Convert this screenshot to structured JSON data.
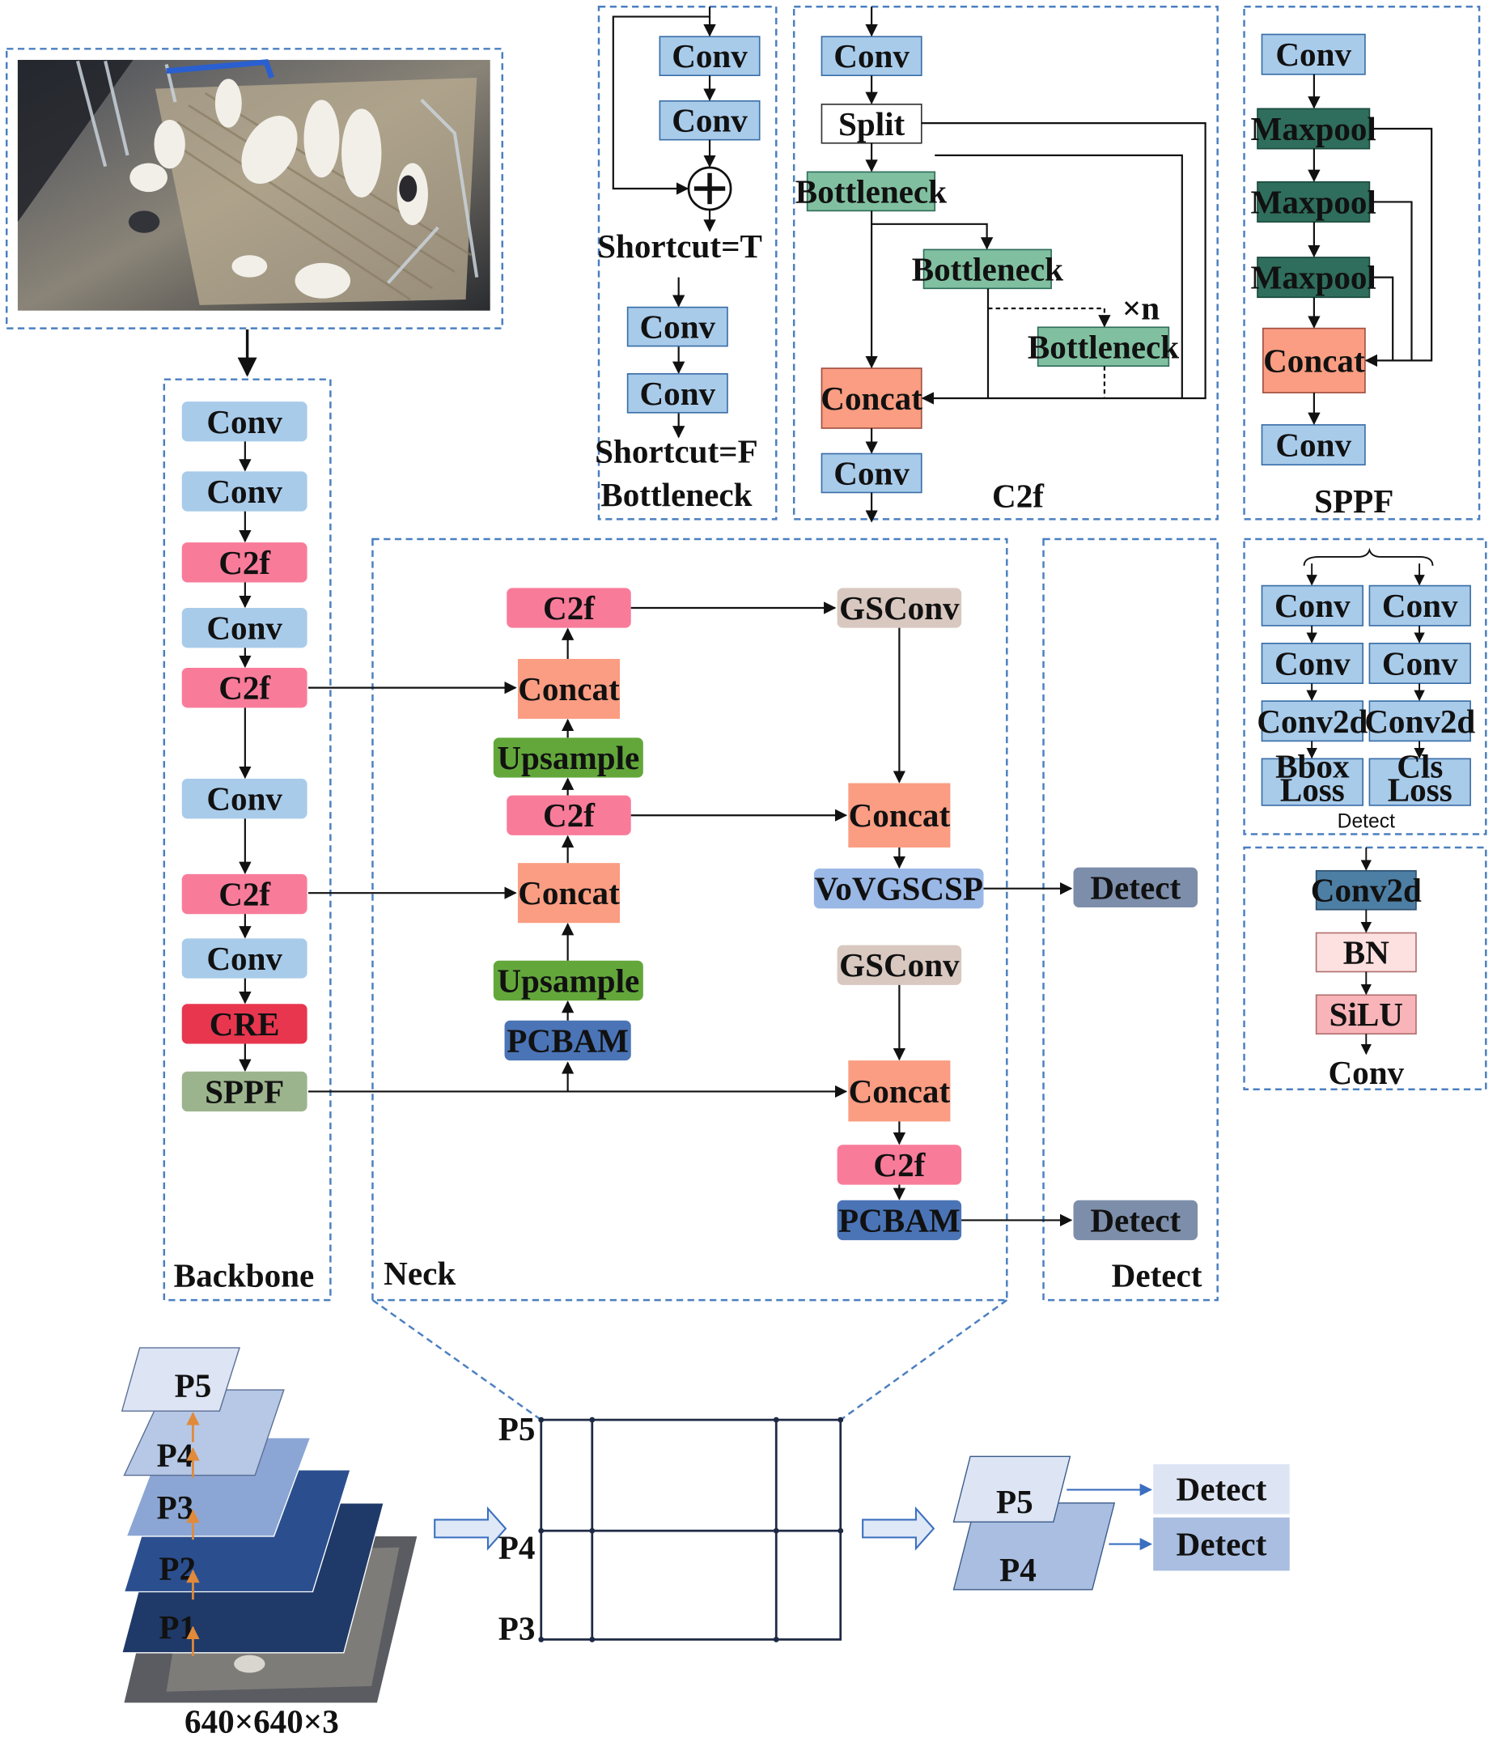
{
  "colors": {
    "conv_blue": "#a8cbea",
    "c2f_pink": "#f97b9a",
    "cre_red": "#e8364f",
    "sppf_green": "#9cb48d",
    "concat_salmon": "#fa9d82",
    "upsample_green": "#63a73b",
    "gsconv_beige": "#d8c8c0",
    "vovgscsp_blue": "#9ab8e6",
    "pcbam_blue": "#4a74b6",
    "detect_slate": "#7d8eaa",
    "bottleneck_green": "#80c0a0",
    "maxpool_dark": "#2f6d5c",
    "conv2d_steel": "#4d7ea3",
    "bn_pink": "#fde0e0",
    "silu_pink": "#f8b4b8",
    "dashed_border": "#4a7fc0"
  },
  "input_image": {
    "icon": "sheep-pen-photo"
  },
  "backbone": {
    "title": "Backbone",
    "blocks": [
      "Conv",
      "Conv",
      "C2f",
      "Conv",
      "C2f",
      "Conv",
      "C2f",
      "Conv",
      "CRE",
      "SPPF"
    ]
  },
  "neck": {
    "title": "Neck",
    "left_column": [
      "C2f",
      "Concat",
      "Upsample",
      "C2f",
      "Concat",
      "Upsample",
      "PCBAM"
    ],
    "right_column": [
      "GSConv",
      "Concat",
      "VoVGSCSP",
      "GSConv",
      "Concat",
      "C2f",
      "PCBAM"
    ]
  },
  "detect_panel": {
    "title": "Detect",
    "heads": [
      "Detect",
      "Detect"
    ]
  },
  "bottleneck_module": {
    "title": "Bottleneck",
    "blocks_true": [
      "Conv",
      "Conv"
    ],
    "add_icon": "plus-circle-icon",
    "shortcut_true": "Shortcut=T",
    "blocks_false": [
      "Conv",
      "Conv"
    ],
    "shortcut_false": "Shortcut=F"
  },
  "c2f_module": {
    "title": "C2f",
    "blocks": [
      "Conv",
      "Split",
      "Bottleneck",
      "Bottleneck",
      "Bottleneck",
      "Concat",
      "Conv"
    ],
    "repeat": "×n"
  },
  "sppf_module": {
    "title": "SPPF",
    "blocks": [
      "Conv",
      "Maxpool",
      "Maxpool",
      "Maxpool",
      "Concat",
      "Conv"
    ]
  },
  "detect_module": {
    "title": "Detect",
    "left": [
      "Conv",
      "Conv",
      "Conv2d"
    ],
    "right": [
      "Conv",
      "Conv",
      "Conv2d"
    ],
    "left_loss": [
      "Bbox",
      "Loss"
    ],
    "right_loss": [
      "Cls",
      "Loss"
    ]
  },
  "conv_module": {
    "title": "Conv",
    "blocks": [
      "Conv2d",
      "BN",
      "SiLU"
    ]
  },
  "pyramid": {
    "layers": [
      "P5",
      "P4",
      "P3",
      "P2",
      "P1"
    ],
    "input_size": "640×640×3"
  },
  "fpn_grid": {
    "labels": [
      "P5",
      "P4",
      "P3"
    ]
  },
  "output_heads": {
    "layers": [
      "P5",
      "P4"
    ],
    "detect": [
      "Detect",
      "Detect"
    ]
  }
}
